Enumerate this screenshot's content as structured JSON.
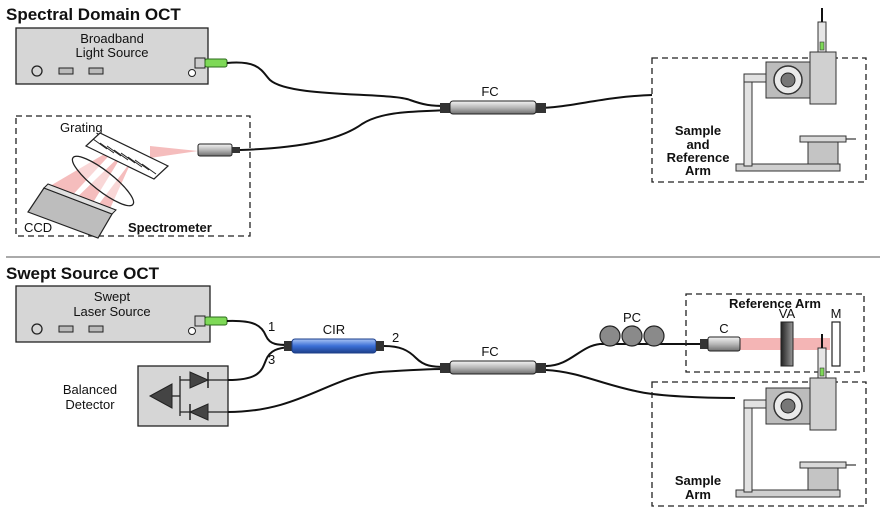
{
  "sd": {
    "title": "Spectral Domain OCT",
    "source_line1": "Broadband",
    "source_line2": "Light Source",
    "grating": "Grating",
    "ccd": "CCD",
    "spectrometer": "Spectrometer",
    "fc": "FC",
    "arm_line1": "Sample",
    "arm_line2": "and",
    "arm_line3": "Reference",
    "arm_line4": "Arm"
  },
  "ss": {
    "title": "Swept Source OCT",
    "source_line1": "Swept",
    "source_line2": "Laser Source",
    "port1": "1",
    "port2": "2",
    "port3": "3",
    "cir": "CIR",
    "fc": "FC",
    "pc": "PC",
    "detector_line1": "Balanced",
    "detector_line2": "Detector",
    "ref_title": "Reference Arm",
    "c": "C",
    "va": "VA",
    "m": "M",
    "sample_line1": "Sample",
    "sample_line2": "Arm"
  },
  "colors": {
    "box_fill": "#d6d6d6",
    "laser_beam": "#f2a8a8",
    "connector_green": "#7ed957",
    "circulator_blue": "#3b6fd6"
  }
}
